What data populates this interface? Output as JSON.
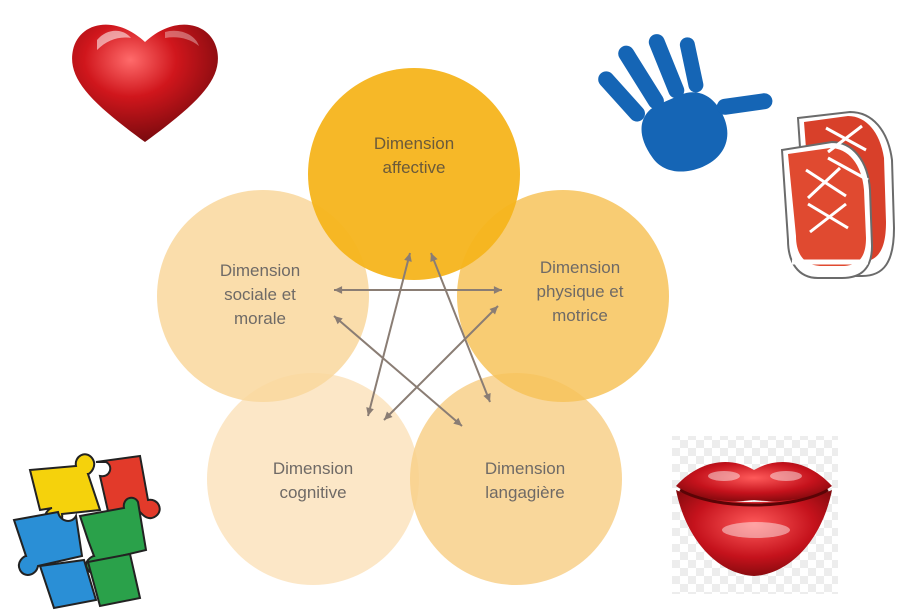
{
  "diagram": {
    "nodes": [
      {
        "id": "affective",
        "lines": [
          "Dimension",
          "affective"
        ],
        "color": "#f6b41c"
      },
      {
        "id": "physique",
        "lines": [
          "Dimension",
          "physique et",
          "motrice"
        ],
        "color": "#f7c35a"
      },
      {
        "id": "langagiere",
        "lines": [
          "Dimension",
          "langagière"
        ],
        "color": "#f8d08a"
      },
      {
        "id": "cognitive",
        "lines": [
          "Dimension",
          "cognitive"
        ],
        "color": "#fbe3bd"
      },
      {
        "id": "sociale",
        "lines": [
          "Dimension",
          "sociale et",
          "morale"
        ],
        "color": "#f9d79c"
      }
    ],
    "arrows": [
      {
        "from": "sociale",
        "to": "physique",
        "bidirectional": true
      },
      {
        "from": "affective",
        "to": "cognitive",
        "bidirectional": true
      },
      {
        "from": "affective",
        "to": "langagiere",
        "bidirectional": true
      },
      {
        "from": "sociale",
        "to": "langagiere",
        "bidirectional": true
      },
      {
        "from": "physique",
        "to": "cognitive",
        "bidirectional": true
      }
    ],
    "arrow_color": "#8a7d74"
  },
  "decorations": [
    {
      "name": "heart-icon",
      "color": "#c0141a"
    },
    {
      "name": "hand-icon",
      "color": "#1565b5"
    },
    {
      "name": "sneakers-icon",
      "color": "#d8402a"
    },
    {
      "name": "puzzle-icon",
      "colors": [
        "#e23a2a",
        "#f5d20c",
        "#2a8fd6",
        "#2aa14a"
      ]
    },
    {
      "name": "lips-icon",
      "color": "#c5121c"
    }
  ]
}
